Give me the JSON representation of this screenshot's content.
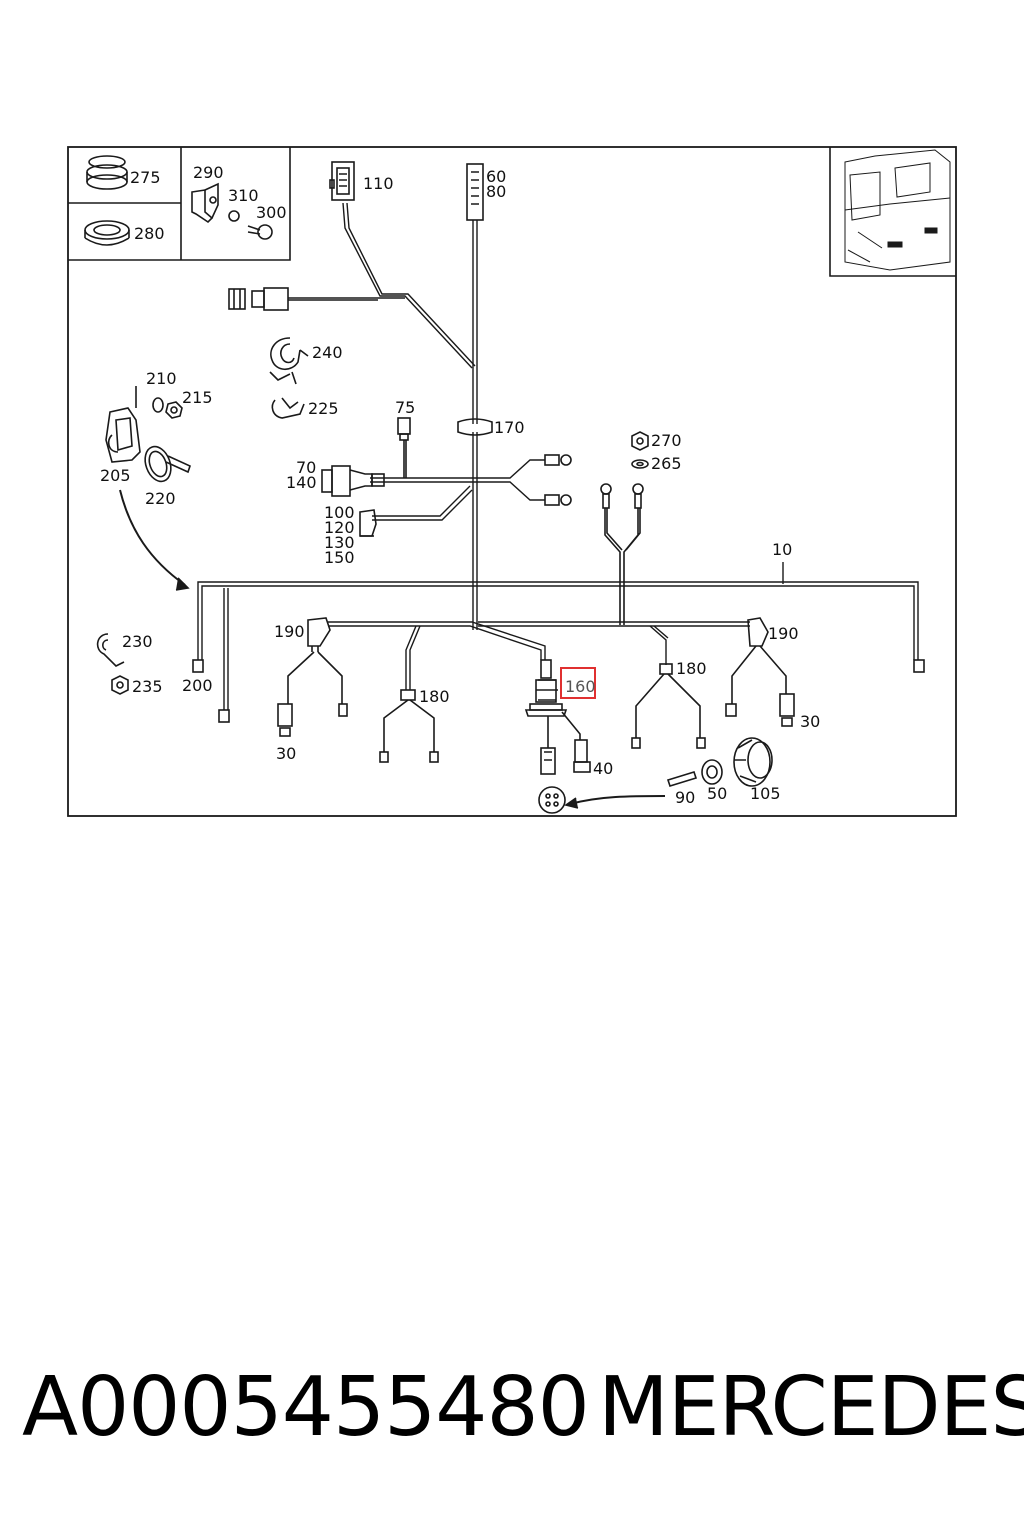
{
  "diagram": {
    "labels": {
      "l275": "275",
      "l280": "280",
      "l290": "290",
      "l310": "310",
      "l300": "300",
      "l110": "110",
      "l60": "60",
      "l80": "80",
      "l240": "240",
      "l225": "225",
      "l210": "210",
      "l215": "215",
      "l205": "205",
      "l220": "220",
      "l75": "75",
      "l170": "170",
      "l70": "70",
      "l140": "140",
      "l100": "100",
      "l120": "120",
      "l130": "130",
      "l150": "150",
      "l270": "270",
      "l265": "265",
      "l10": "10",
      "l190a": "190",
      "l190b": "190",
      "l230": "230",
      "l235": "235",
      "l200": "200",
      "l180a": "180",
      "l180b": "180",
      "l160": "160",
      "l30a": "30",
      "l30b": "30",
      "l40": "40",
      "l90": "90",
      "l50": "50",
      "l105": "105"
    },
    "highlight_color": "#e03030"
  },
  "footer": {
    "part_number": "A0005455480",
    "brand": "MERCEDES"
  }
}
